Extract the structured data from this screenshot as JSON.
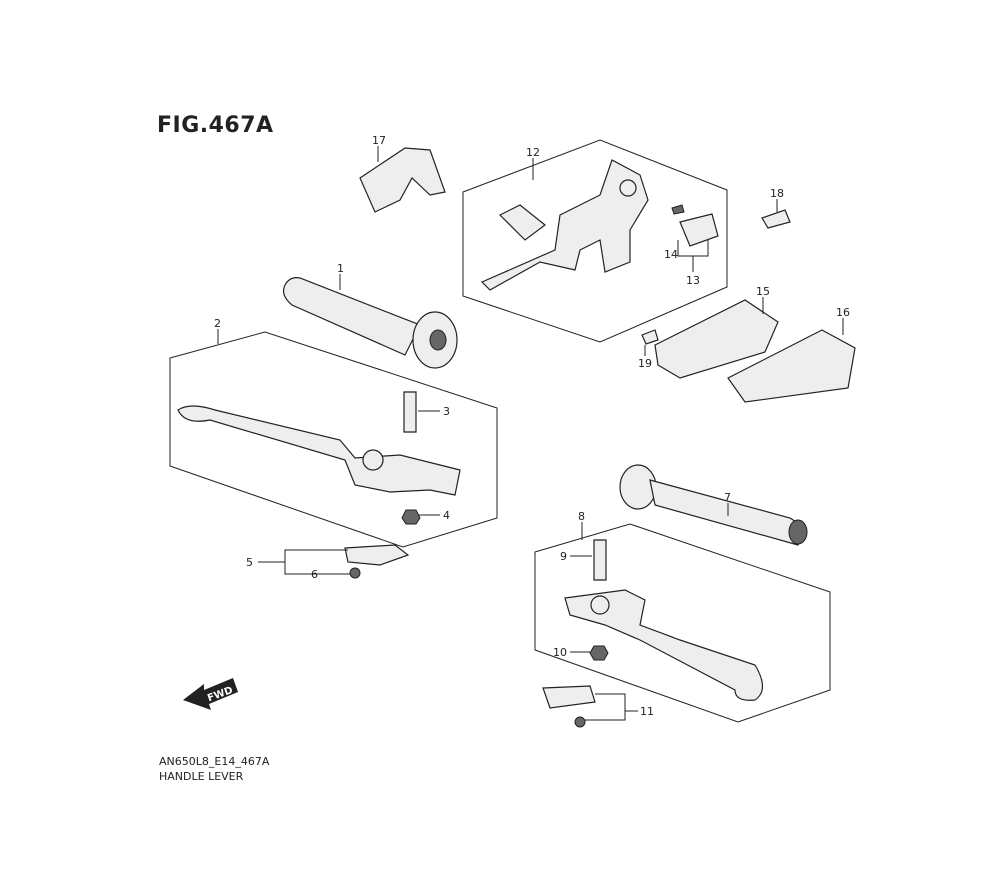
{
  "figure": {
    "title": "FIG.467A"
  },
  "caption": {
    "code": "AN650L8_E14_467A",
    "name": "HANDLE LEVER"
  },
  "fwd_label": "FWD",
  "callouts": {
    "p1": "1",
    "p2": "2",
    "p3": "3",
    "p4": "4",
    "p5": "5",
    "p6": "6",
    "p7": "7",
    "p8": "8",
    "p9": "9",
    "p10": "10",
    "p11": "11",
    "p12": "12",
    "p13": "13",
    "p14": "14",
    "p15": "15",
    "p16": "16",
    "p17": "17",
    "p18": "18",
    "p19": "19"
  }
}
